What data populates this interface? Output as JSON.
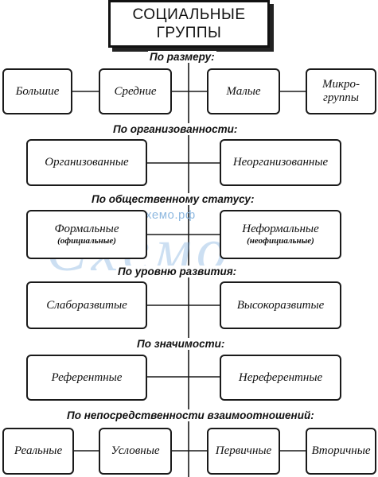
{
  "title": {
    "line1": "СОЦИАЛЬНЫЕ",
    "line2": "ГРУППЫ"
  },
  "watermark": {
    "url": "http://схемо.рф",
    "logo": "Схемо",
    "badge": "РФ",
    "color": "#8fb9e0"
  },
  "categories": [
    {
      "label": "По размеру:",
      "groups": [
        "Большие",
        "Средние",
        "Малые",
        "Микро-группы"
      ]
    },
    {
      "label": "По организованности:",
      "groups": [
        "Организованные",
        "Неорганизованные"
      ]
    },
    {
      "label": "По общественному статусу:",
      "groups": [
        {
          "name": "Формальные",
          "note": "(официальные)"
        },
        {
          "name": "Неформальные",
          "note": "(неофициальные)"
        }
      ]
    },
    {
      "label": "По уровню развития:",
      "groups": [
        "Слаборазвитые",
        "Высокоразвитые"
      ]
    },
    {
      "label": "По значимости:",
      "groups": [
        "Референтные",
        "Нереферентные"
      ]
    },
    {
      "label": "По непосредственности взаимоотношений:",
      "groups": [
        "Реальные",
        "Условные",
        "Первичные",
        "Вторичные"
      ]
    }
  ]
}
